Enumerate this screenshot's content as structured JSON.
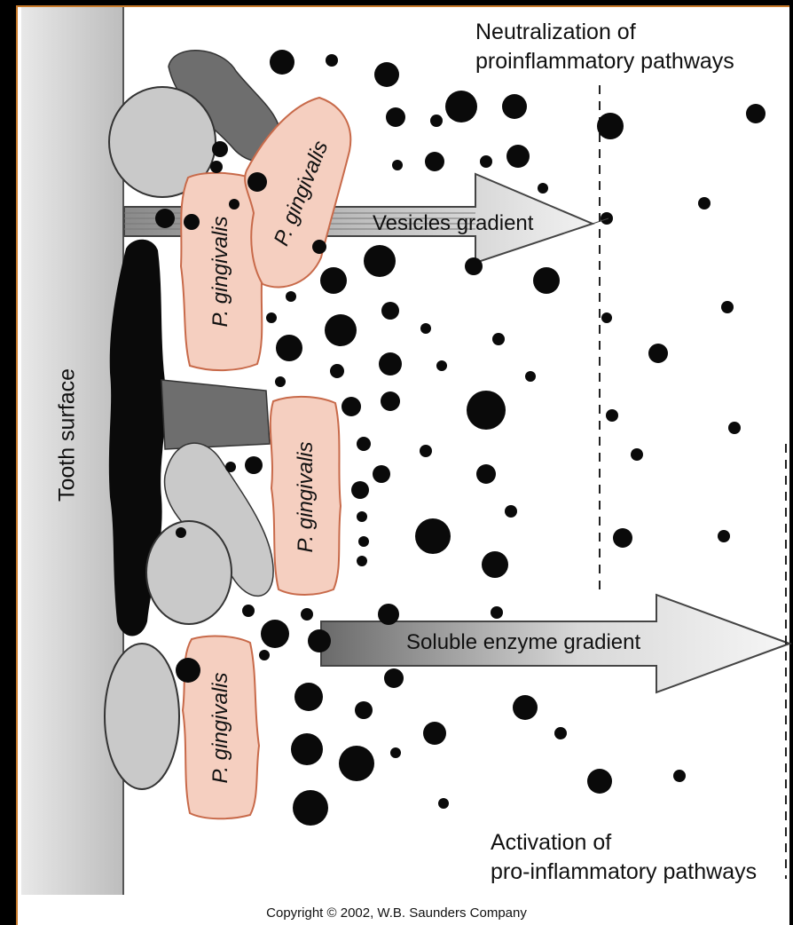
{
  "labels": {
    "tooth_surface": "Tooth surface",
    "top_annotation_line1": "Neutralization of",
    "top_annotation_line2": "proinflammatory pathways",
    "bottom_annotation_line1": "Activation of",
    "bottom_annotation_line2": "pro-inflammatory pathways",
    "vesicles_gradient": "Vesicles gradient",
    "soluble_enzyme_gradient": "Soluble enzyme gradient",
    "bacterium": "P. gingivalis",
    "copyright": "Copyright © 2002, W.B. Saunders Company"
  },
  "colors": {
    "background": "#000000",
    "panel": "#ffffff",
    "panel_border": "#c87a2a",
    "bacterium_fill": "#f5cfc0",
    "bacterium_stroke": "#c86a4a",
    "vesicle": "#0a0a0a",
    "gray_cell_light": "#c9c9c9",
    "gray_cell_dark": "#6e6e6e"
  }
}
